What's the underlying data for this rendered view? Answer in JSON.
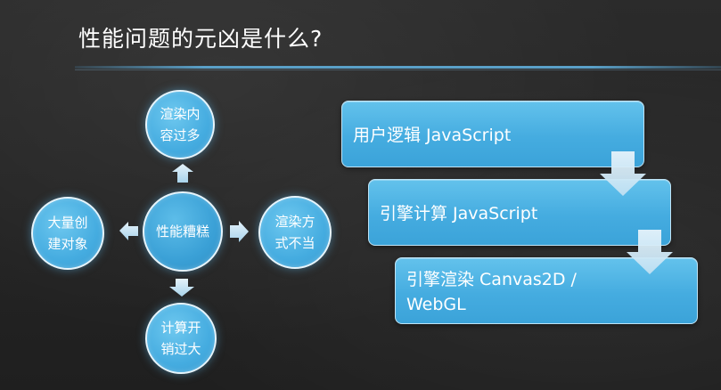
{
  "title": "性能问题的元凶是什么?",
  "cause_diagram": {
    "center": "性能糟糕",
    "top": "渲染内容过多",
    "right": "渲染方式不当",
    "bottom": "计算开销过大",
    "left": "大量创建对象"
  },
  "pipeline": {
    "steps": [
      "用户逻辑 JavaScript",
      "引擎计算 JavaScript",
      "引擎渲染 Canvas2D / WebGL"
    ]
  },
  "colors": {
    "accent": "#45ace0",
    "background": "#262626",
    "arrow": "#cfe7f4"
  }
}
